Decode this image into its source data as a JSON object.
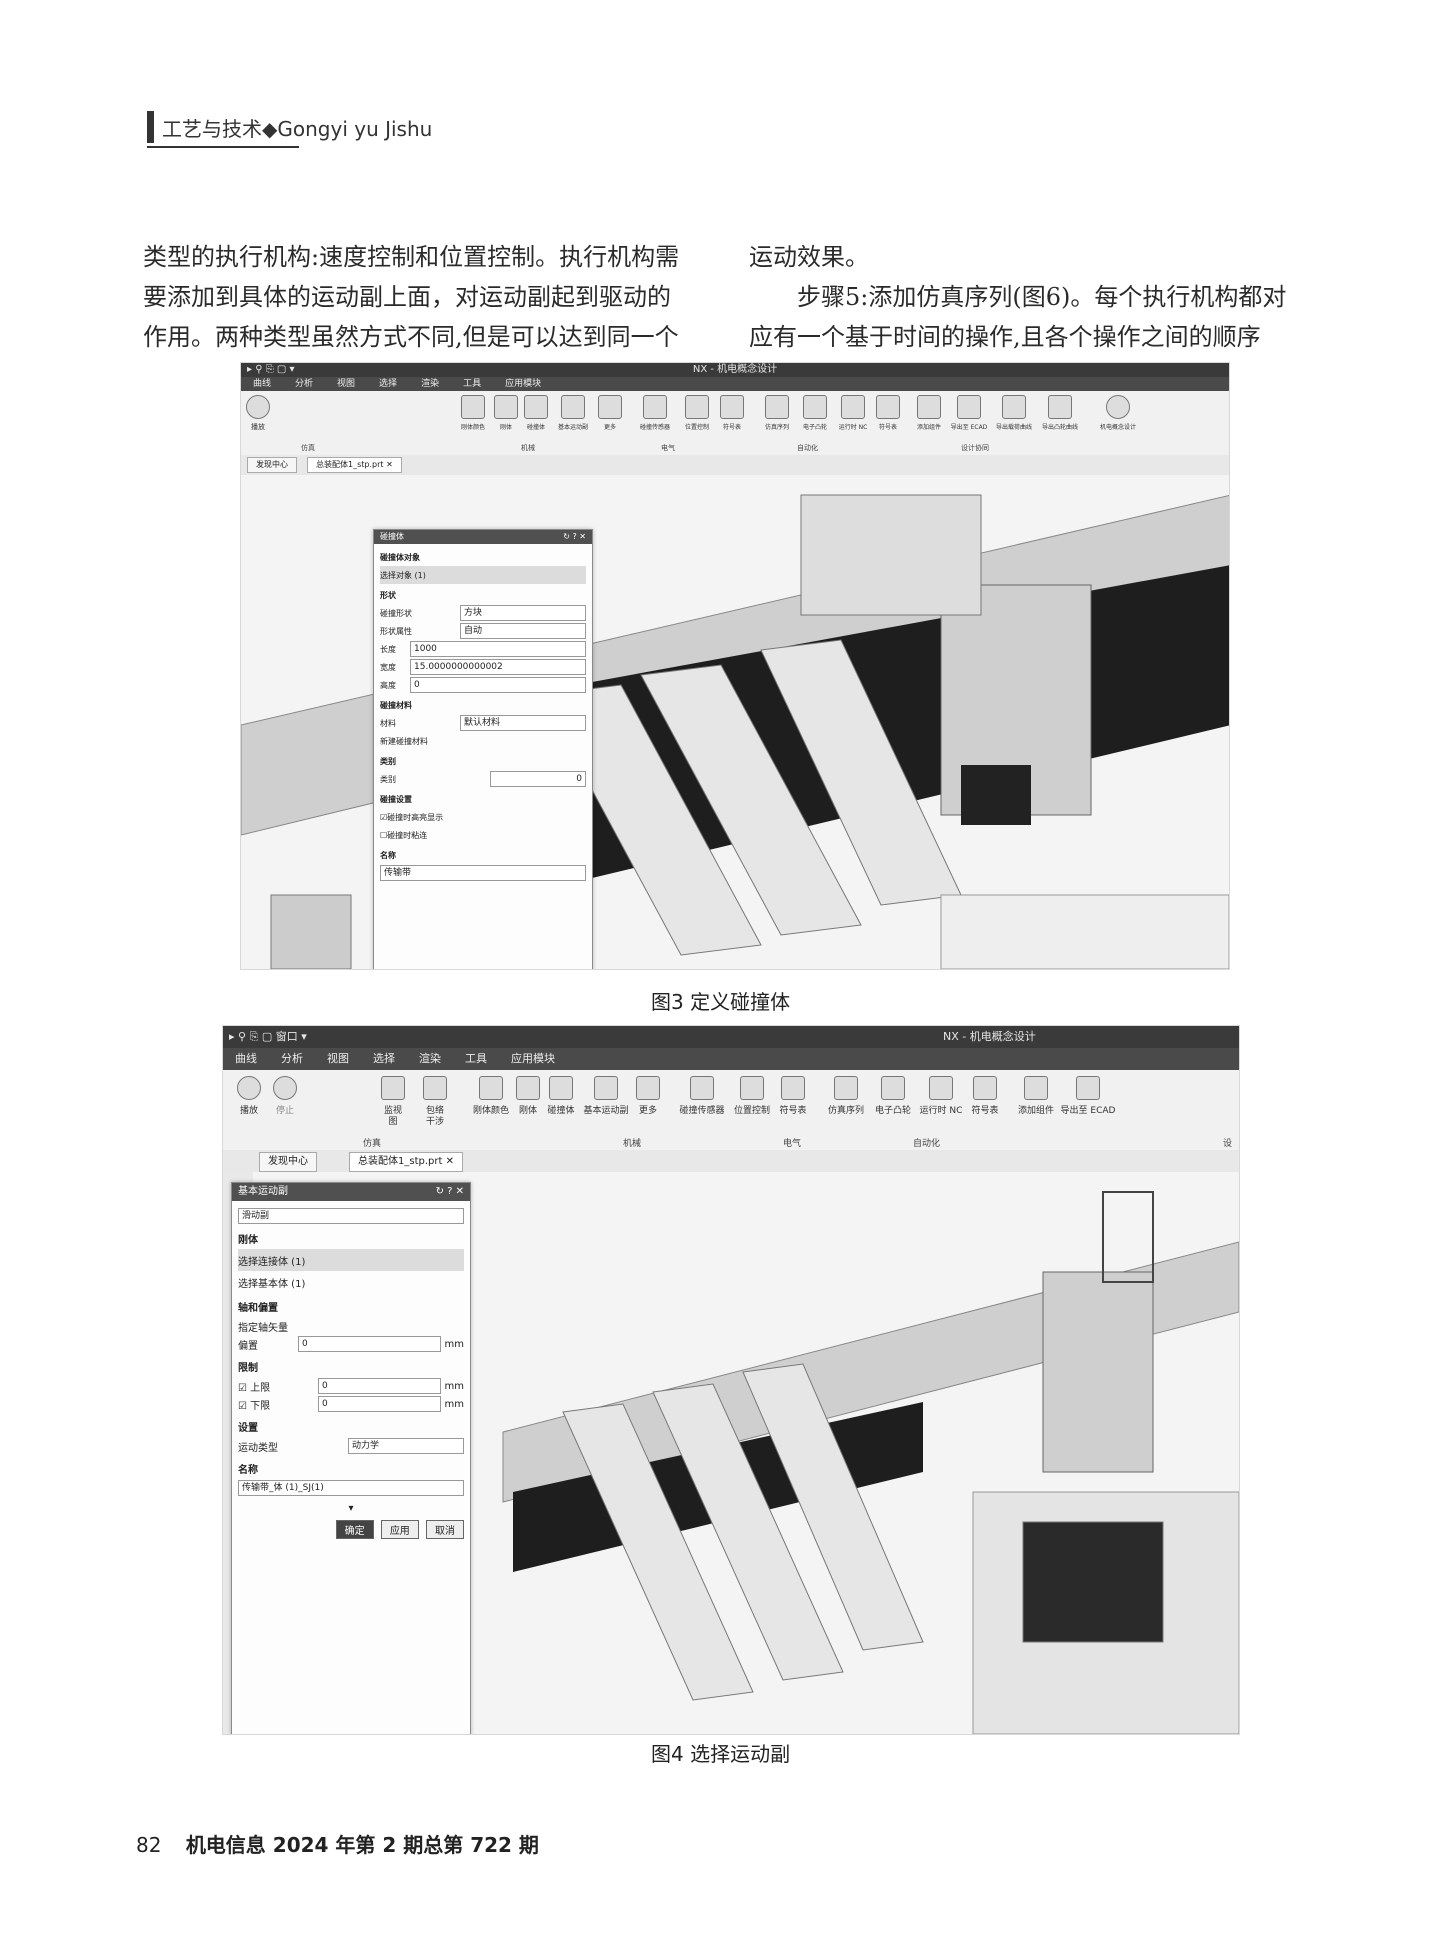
{
  "header": {
    "text": "工艺与技术◆Gongyi yu Jishu"
  },
  "body": {
    "col1_lines": [
      "类型的执行机构:速度控制和位置控制。执行机构需",
      "要添加到具体的运动副上面，对运动副起到驱动的",
      "作用。两种类型虽然方式不同,但是可以达到同一个"
    ],
    "col2_line1": "运动效果。",
    "col2_para2_lines": [
      "步骤5:添加仿真序列(图6)。每个执行机构都对",
      "应有一个基于时间的操作,且各个操作之间的顺序"
    ]
  },
  "figure3": {
    "caption": "图3   定义碰撞体",
    "window_title": "NX - 机电概念设计",
    "menu": [
      "曲线",
      "分析",
      "视图",
      "选择",
      "渲染",
      "工具",
      "应用模块"
    ],
    "ribbon": [
      "播放",
      "刚体颜色",
      "刚体",
      "碰撞体",
      "基本运动副",
      "更多",
      "碰撞传感器",
      "位置控制",
      "符号表",
      "仿真序列",
      "电子凸轮",
      "运行时 NC",
      "符号表",
      "添加组件",
      "导出至 ECAD",
      "导出载荷曲线",
      "导出凸轮曲线",
      "机电概念设计"
    ],
    "groups": [
      "仿真",
      "机械",
      "电气",
      "自动化",
      "设计协同"
    ],
    "tabs": [
      "发现中心",
      "总装配体1_stp.prt"
    ],
    "dialog": {
      "title": "碰撞体",
      "s1": "碰撞体对象",
      "s1_row": "选择对象 (1)",
      "s2": "形状",
      "shape_label": "碰撞形状",
      "shape_value": "方块",
      "attr_label": "形状属性",
      "attr_value": "自动",
      "len_label": "长度",
      "len_value": "1000",
      "wid_label": "宽度",
      "wid_value": "15.0000000000002",
      "hei_label": "高度",
      "hei_value": "0",
      "s3": "碰撞材料",
      "mat_label": "材料",
      "mat_value": "默认材料",
      "newmat": "新建碰撞材料",
      "s4": "类别",
      "cat_label": "类别",
      "cat_value": "0",
      "s5": "碰撞设置",
      "chk1": "碰撞时高亮显示",
      "chk2": "碰撞时粘连",
      "s6": "名称",
      "name_value": "传输带"
    }
  },
  "figure4": {
    "caption": "图4   选择运动副",
    "window_title": "NX - 机电概念设计",
    "menu": [
      "曲线",
      "分析",
      "视图",
      "选择",
      "渲染",
      "工具",
      "应用模块"
    ],
    "ribbon": [
      "播放",
      "停止",
      "监视",
      "包络",
      "图",
      "干涉",
      "刚体颜色",
      "刚体",
      "碰撞体",
      "基本运动副",
      "更多",
      "碰撞传感器",
      "位置控制",
      "符号表",
      "仿真序列",
      "电子凸轮",
      "运行时 NC",
      "符号表",
      "添加组件",
      "导出至 ECAD"
    ],
    "groups": [
      "仿真",
      "机械",
      "电气",
      "自动化",
      "设"
    ],
    "tabs": [
      "发现中心",
      "总装配体1_stp.prt"
    ],
    "dialog": {
      "title": "基本运动副",
      "type": "滑动副",
      "s1": "刚体",
      "r1": "选择连接体 (1)",
      "r2": "选择基本体 (1)",
      "s2": "轴和偏置",
      "axis": "指定轴矢量",
      "offset_label": "偏置",
      "offset_value": "0",
      "unit": "mm",
      "s3": "限制",
      "upper": "上限",
      "upper_value": "0",
      "lower": "下限",
      "lower_value": "0",
      "s4": "设置",
      "mt_label": "运动类型",
      "mt_value": "动力学",
      "s5": "名称",
      "name_value": "传输带_体 (1)_SJ(1)",
      "ok": "确定",
      "apply": "应用",
      "cancel": "取消"
    }
  },
  "footer": {
    "page": "82",
    "journal": "机电信息   2024 年第 2 期总第 722 期"
  }
}
